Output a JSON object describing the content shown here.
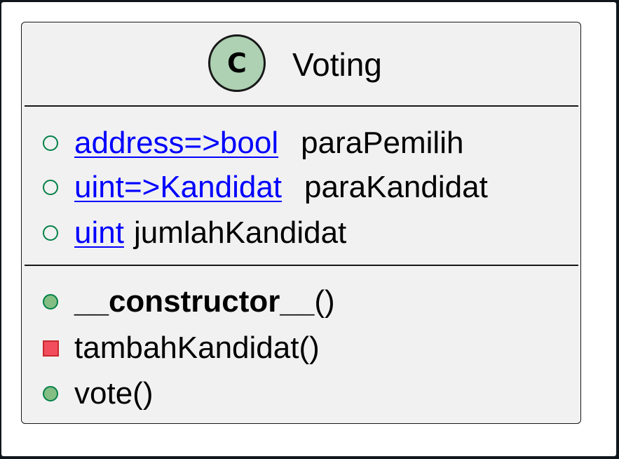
{
  "class": {
    "stereotype_letter": "C",
    "name": "Voting"
  },
  "fields": [
    {
      "visibility": "public",
      "type": "address=>bool",
      "name": "paraPemilih"
    },
    {
      "visibility": "public",
      "type": "uint=>Kandidat",
      "name": "paraKandidat"
    },
    {
      "visibility": "public",
      "type": "uint",
      "name": "jumlahKandidat"
    }
  ],
  "methods": [
    {
      "visibility": "public",
      "name": "__constructor__",
      "params": "()"
    },
    {
      "visibility": "private",
      "name": "tambahKandidat()"
    },
    {
      "visibility": "public",
      "name": "vote()"
    }
  ],
  "colors": {
    "class_fill": "#f1f1f1",
    "border": "#181818",
    "stereotype_circle": "#add1b2",
    "link_type": "#0000ff",
    "public_marker": "#038048",
    "public_method_fill": "#84be84",
    "private_marker_fill": "#f24d5c",
    "private_marker_border": "#c82930"
  }
}
